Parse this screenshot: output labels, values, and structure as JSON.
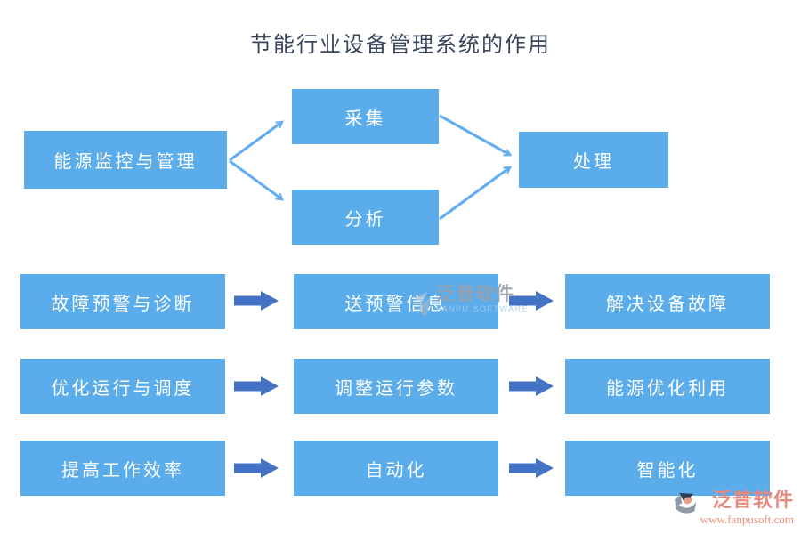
{
  "title": "节能行业设备管理系统的作用",
  "top_flow": {
    "source": "能源监控与管理",
    "branch_top": "采集",
    "branch_bottom": "分析",
    "target": "处理"
  },
  "rows": [
    {
      "left": "故障预警与诊断",
      "middle": "送预警信息",
      "right": "解决设备故障"
    },
    {
      "left": "优化运行与调度",
      "middle": "调整运行参数",
      "right": "能源优化利用"
    },
    {
      "left": "提高工作效率",
      "middle": "自动化",
      "right": "智能化"
    }
  ],
  "watermark": {
    "text": "泛普软件",
    "subtext": "FANPU SOFTWARE"
  },
  "branding": {
    "logo_text": "泛普软件",
    "website": "www.fanpusoft.com"
  },
  "colors": {
    "box_fill": "#5aaceb",
    "block_arrow": "#4472c4",
    "line_arrow": "#64aeef",
    "title_text": "#39465c",
    "box_text": "#ffffff",
    "watermark_text": "#98a1ae",
    "watermark_subtext": "#aacdea",
    "brand_text": "#e8897d",
    "brand_url": "#ef8f79"
  }
}
